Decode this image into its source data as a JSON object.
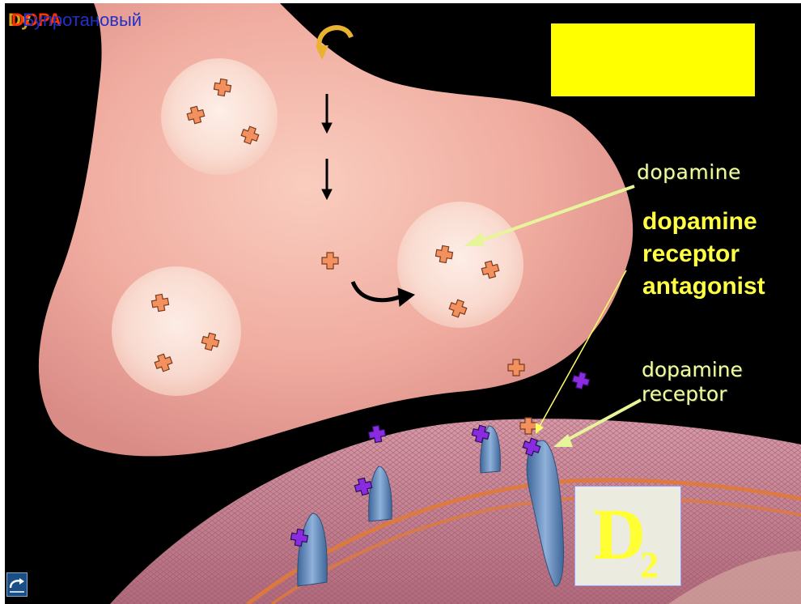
{
  "title": {
    "layer1": "Dy",
    "layer2": "DOPA",
    "layer3": "Бупротановый"
  },
  "labels": {
    "dopamine": "dopamine",
    "antagonist_line1": "dopamine",
    "antagonist_line2": "receptor",
    "antagonist_line3": "antagonist",
    "receptor_line1": "dopamine",
    "receptor_line2": "receptor"
  },
  "d2_box": {
    "letter": "D",
    "subscript": "2"
  },
  "colors": {
    "background": "#000000",
    "presynaptic": "#f3b7ad",
    "vesicle": "#fbe7df",
    "dopamine_molecule": "#f2905e",
    "antagonist_molecule": "#8a2be2",
    "receptor": "#5a83b8",
    "membrane": "#c77a8c",
    "label_yellow": "#ffff44",
    "highlight_box": "#ffff00"
  },
  "icons": {
    "nav": "return-arrow-icon"
  }
}
